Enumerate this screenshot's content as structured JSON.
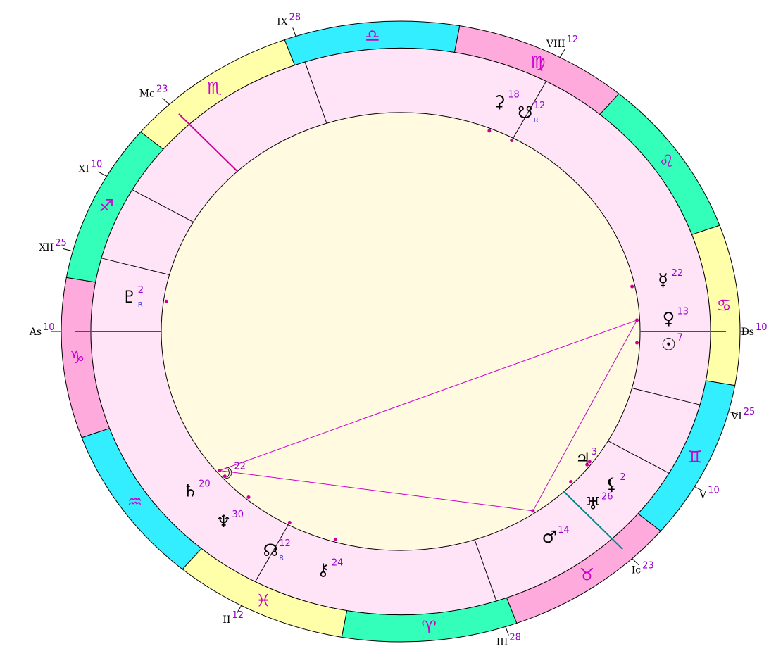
{
  "colors": {
    "outer_background": "#ffffff",
    "sign_colors": [
      "#33ffbb",
      "#ffaadd",
      "#33eeff",
      "#ffffaa"
    ],
    "house_ring": "#ffe4f8",
    "inner_disk": "#fffae0",
    "sign_glyph": "#cc00cc",
    "aspect_line": "#cc00cc",
    "axis_magenta": "#cc0099",
    "axis_teal": "#008888",
    "degree_text": "#9900cc"
  },
  "signs": [
    {
      "name": "aries",
      "glyph": "♈"
    },
    {
      "name": "taurus",
      "glyph": "♉"
    },
    {
      "name": "gemini",
      "glyph": "♊"
    },
    {
      "name": "cancer",
      "glyph": "♋"
    },
    {
      "name": "leo",
      "glyph": "♌"
    },
    {
      "name": "virgo",
      "glyph": "♍"
    },
    {
      "name": "libra",
      "glyph": "♎"
    },
    {
      "name": "scorpio",
      "glyph": "♏"
    },
    {
      "name": "sagittarius",
      "glyph": "♐"
    },
    {
      "name": "capricorn",
      "glyph": "♑"
    },
    {
      "name": "aquarius",
      "glyph": "♒"
    },
    {
      "name": "pisces",
      "glyph": "♓"
    }
  ],
  "cusps": [
    {
      "label": "As",
      "degree": "10",
      "sign": "capricorn"
    },
    {
      "label": "II",
      "degree": "12",
      "sign": "pisces"
    },
    {
      "label": "III",
      "degree": "28",
      "sign": "aries"
    },
    {
      "label": "Ic",
      "degree": "23",
      "sign": "taurus"
    },
    {
      "label": "V",
      "degree": "10",
      "sign": "gemini"
    },
    {
      "label": "VI",
      "degree": "25",
      "sign": "gemini"
    },
    {
      "label": "Ds",
      "degree": "10",
      "sign": "cancer"
    },
    {
      "label": "VIII",
      "degree": "12",
      "sign": "virgo"
    },
    {
      "label": "IX",
      "degree": "28",
      "sign": "libra"
    },
    {
      "label": "Mc",
      "degree": "23",
      "sign": "scorpio"
    },
    {
      "label": "XI",
      "degree": "10",
      "sign": "sagittarius"
    },
    {
      "label": "XII",
      "degree": "25",
      "sign": "sagittarius"
    }
  ],
  "planets": [
    {
      "name": "pluto",
      "glyph": "♇",
      "degree": "2",
      "sign": "capricorn",
      "retrograde": "R"
    },
    {
      "name": "saturn",
      "glyph": "♄",
      "degree": "20",
      "sign": "aquarius",
      "retrograde": ""
    },
    {
      "name": "moon",
      "glyph": "☽",
      "degree": "22",
      "sign": "aquarius",
      "retrograde": ""
    },
    {
      "name": "neptune",
      "glyph": "♆",
      "degree": "30",
      "sign": "aquarius",
      "retrograde": ""
    },
    {
      "name": "north-node",
      "glyph": "☊",
      "degree": "12",
      "sign": "pisces",
      "retrograde": "R"
    },
    {
      "name": "chiron",
      "glyph": "⚷",
      "degree": "24",
      "sign": "pisces",
      "retrograde": ""
    },
    {
      "name": "mars",
      "glyph": "♂",
      "degree": "14",
      "sign": "taurus",
      "retrograde": ""
    },
    {
      "name": "uranus",
      "glyph": "♅",
      "degree": "26",
      "sign": "taurus",
      "retrograde": ""
    },
    {
      "name": "lilith",
      "glyph": "⚸",
      "degree": "2",
      "sign": "gemini",
      "retrograde": ""
    },
    {
      "name": "jupiter",
      "glyph": "♃",
      "degree": "3",
      "sign": "gemini",
      "retrograde": ""
    },
    {
      "name": "sun",
      "glyph": "☉",
      "degree": "7",
      "sign": "cancer",
      "retrograde": ""
    },
    {
      "name": "venus",
      "glyph": "♀",
      "degree": "13",
      "sign": "cancer",
      "retrograde": ""
    },
    {
      "name": "mercury",
      "glyph": "☿",
      "degree": "22",
      "sign": "cancer",
      "retrograde": ""
    },
    {
      "name": "south-node",
      "glyph": "☋",
      "degree": "12",
      "sign": "virgo",
      "retrograde": "R"
    },
    {
      "name": "ceres",
      "glyph": "⚳",
      "degree": "18",
      "sign": "virgo",
      "retrograde": ""
    }
  ],
  "aspects": [
    {
      "from": "saturn",
      "to": "mars"
    },
    {
      "from": "saturn",
      "to": "venus"
    },
    {
      "from": "mars",
      "to": "venus"
    }
  ]
}
